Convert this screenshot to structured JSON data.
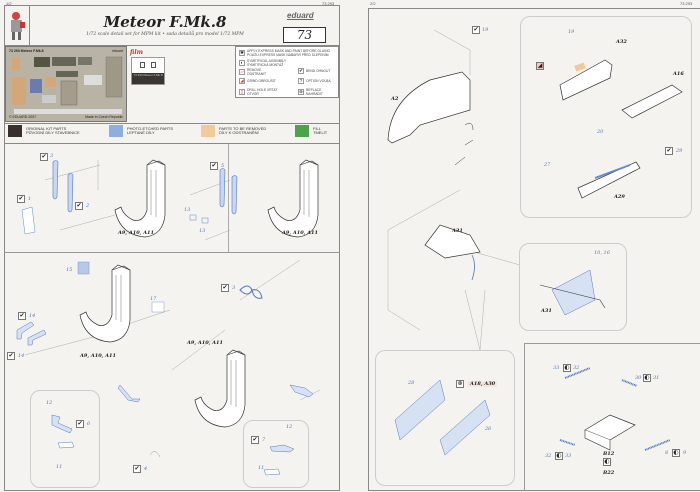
{
  "left_page": {
    "page_number": "1/2",
    "set_code_small": "73 293",
    "title": "Meteor F.Mk.8",
    "subtitle": "1/72 scale detail set for MPM kit  •  sada detailů pro model 1/72 MPM",
    "brand": "eduard",
    "set_code": "73 293",
    "fret": {
      "header": "73 293  Meteor F.Mk.8",
      "brand": "eduard",
      "copyright": "© EDUARD 2007",
      "made_in": "Made in Czech Republic"
    },
    "film": {
      "label": "film",
      "caption": "73 293 Meteor F.Mk.8"
    },
    "symbols": [
      {
        "icon": "mask-icon",
        "glyph": "✱",
        "text": "APPLY EXPRESS MASK AND PAINT BEFORE GLUING POUŽIJ EXPRESS MASK NABARVI PŘED SLEPENÍM"
      },
      {
        "icon": "symmetrical-icon",
        "glyph": "◐",
        "text": "SYMETRICAL ASSEMBLY SYMETRICKÁ MONTÁŽ"
      },
      {
        "icon": "remove-icon",
        "glyph": "▱",
        "text": "REMOVE ODSTRANIT"
      },
      {
        "icon": "grind-icon",
        "glyph": "◢",
        "text": "GRIND OBROUSIT"
      },
      {
        "icon": "drill-icon",
        "glyph": "▯",
        "text": "DRILL HOLE VRTAT OTVOR"
      },
      {
        "icon": "bend-icon",
        "glyph": "✔",
        "text": "BEND OHNOUT"
      },
      {
        "icon": "option-icon",
        "glyph": "?",
        "text": "OPTION VOLBA"
      },
      {
        "icon": "replace-icon",
        "glyph": "⊛",
        "text": "REPLACE NAHRADIT"
      }
    ],
    "color_legend": [
      {
        "text1": "ORIGINAL KIT PARTS",
        "text2": "PŮVODNÍ DÍLY STAVEBNICE",
        "color": "#3a302b"
      },
      {
        "text1": "PHOTO-ETCHED PARTS",
        "text2": "LEPTANÉ DÍLY",
        "color": "#8eaedc"
      },
      {
        "text1": "PARTS TO BE REMOVED",
        "text2": "DÍLY K ODSTRANĚNÍ",
        "color": "#f2c99a"
      },
      {
        "text1": "FILL",
        "text2": "TMELIT",
        "color": "#4da24d"
      }
    ],
    "step_labels": {
      "seat": "A9, A10, A11"
    },
    "parts": [
      "3",
      "1",
      "2",
      "5",
      "13",
      "13",
      "15",
      "17",
      "14",
      "14",
      "3",
      "12",
      "6",
      "11",
      "4",
      "7",
      "12",
      "11"
    ]
  },
  "right_page": {
    "page_number": "2/2",
    "set_code_small": "73 293",
    "kit_parts": [
      "A2",
      "A32",
      "A16",
      "A29",
      "A31",
      "A31",
      "B12",
      "B22"
    ],
    "pe_parts": [
      "19",
      "19",
      "20",
      "29",
      "27",
      "10, 16",
      "28",
      "26",
      "33",
      "32",
      "30",
      "31",
      "32",
      "33",
      "8",
      "9"
    ],
    "replace_label": "A18, A30"
  }
}
